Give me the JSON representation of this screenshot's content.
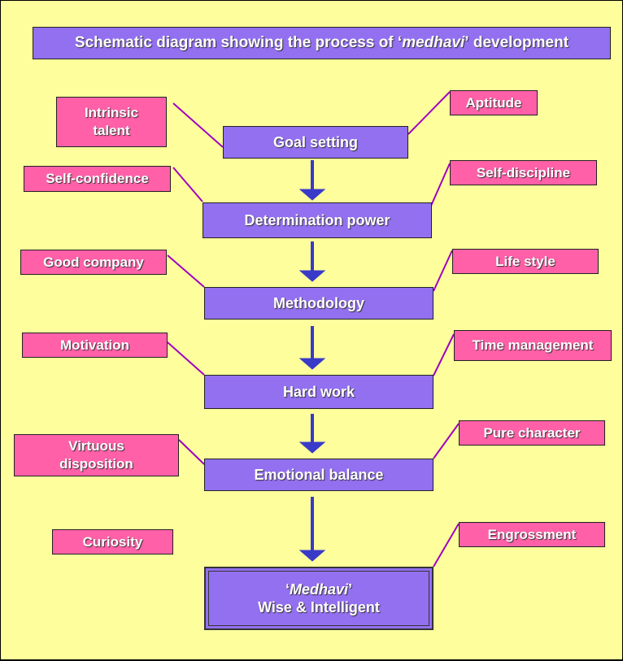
{
  "title": {
    "prefix": "Schematic diagram showing the process of ",
    "open_quote": "‘",
    "emphasis": "medhavi",
    "close_quote": "’",
    "suffix": " development"
  },
  "stages": [
    "Goal setting",
    "Determination power",
    "Methodology",
    "Hard work",
    "Emotional balance"
  ],
  "final": {
    "open_quote": "‘",
    "name": "Medhavi",
    "close_quote": "’",
    "line2": "Wise & Intelligent"
  },
  "left_factors": [
    "Intrinsic talent",
    "Self-confidence",
    "Good company",
    "Motivation",
    "Virtuous disposition",
    "Curiosity"
  ],
  "right_factors": [
    "Aptitude",
    "Self-discipline",
    "Life style",
    "Time management",
    "Pure character",
    "Engrossment"
  ],
  "colors": {
    "background": "#fefe9c",
    "stage_fill": "#9370f0",
    "factor_fill": "#ff60a8",
    "arrow": "#3a3ac8",
    "connector": "#a000c0"
  }
}
